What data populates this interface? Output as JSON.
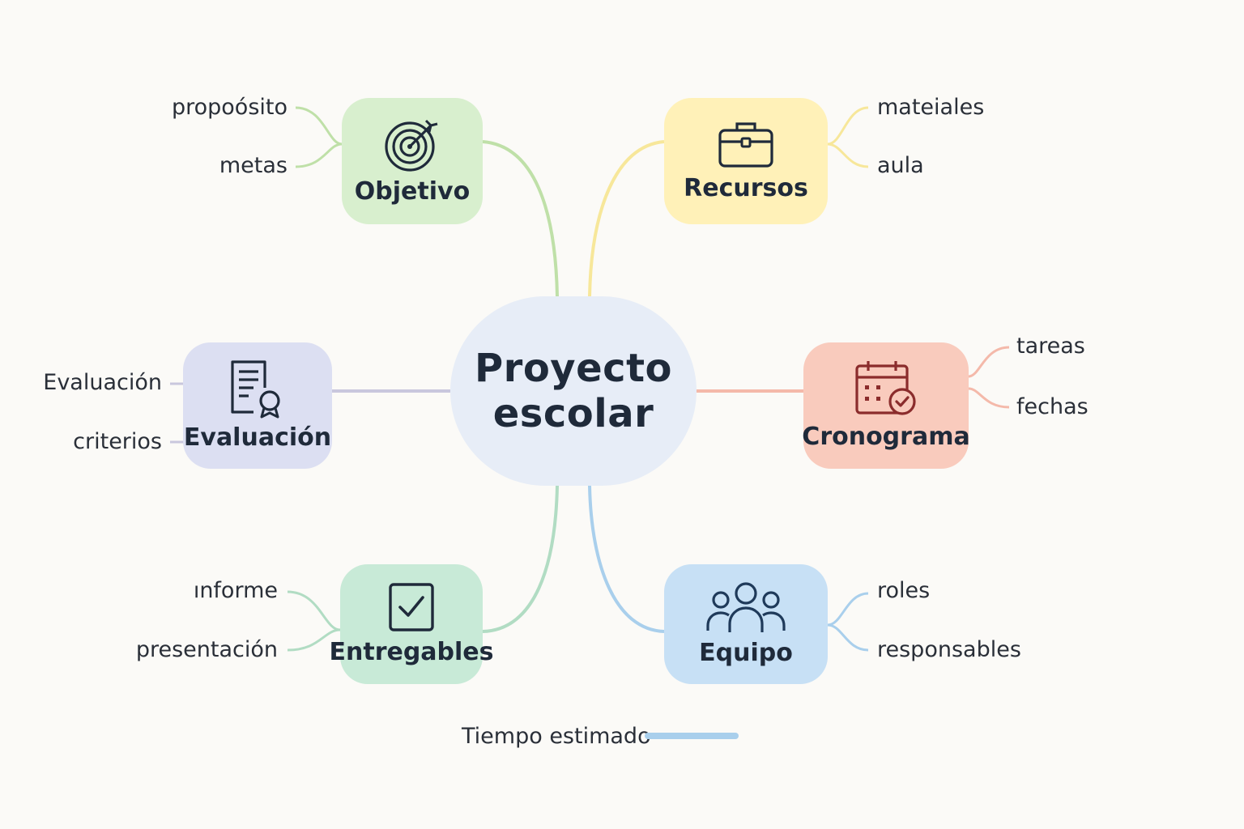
{
  "center": {
    "line1": "Proyecto",
    "line2": "escolar"
  },
  "colors": {
    "center_fill": "#e7edf7",
    "objetivo_fill": "#d8efce",
    "objetivo_line": "#bfe0a8",
    "recursos_fill": "#fff1b8",
    "recursos_line": "#f7e79a",
    "evaluacion_fill": "#dcdff2",
    "evaluacion_line": "#c9c7dd",
    "cronograma_fill": "#f9cbbd",
    "cronograma_line": "#f4b9aa",
    "entregables_fill": "#c8ead7",
    "entregables_line": "#b1dcc3",
    "equipo_fill": "#c7e0f5",
    "equipo_line": "#a9cfec"
  },
  "nodes": {
    "objetivo": {
      "label": "Objetivo",
      "icon": "target-icon",
      "leaves": [
        "propoósito",
        "metas"
      ]
    },
    "recursos": {
      "label": "Recursos",
      "icon": "toolbox-icon",
      "leaves": [
        "mateiales",
        "aula"
      ]
    },
    "evaluacion": {
      "label": "Evaluación",
      "icon": "certificate-icon",
      "leaves": [
        "Evaluación",
        "criterios"
      ]
    },
    "cronograma": {
      "label": "Cronograma",
      "icon": "calendar-check-icon",
      "leaves": [
        "tareas",
        "fechas"
      ]
    },
    "entregables": {
      "label": "Entregables",
      "icon": "checkbox-icon",
      "leaves": [
        "ınforme",
        "presentación"
      ]
    },
    "equipo": {
      "label": "Equipo",
      "icon": "team-icon",
      "leaves": [
        "roles",
        "responsables"
      ]
    }
  },
  "legend": {
    "label": "Tiempo estimado",
    "color": "#a9cfec"
  }
}
